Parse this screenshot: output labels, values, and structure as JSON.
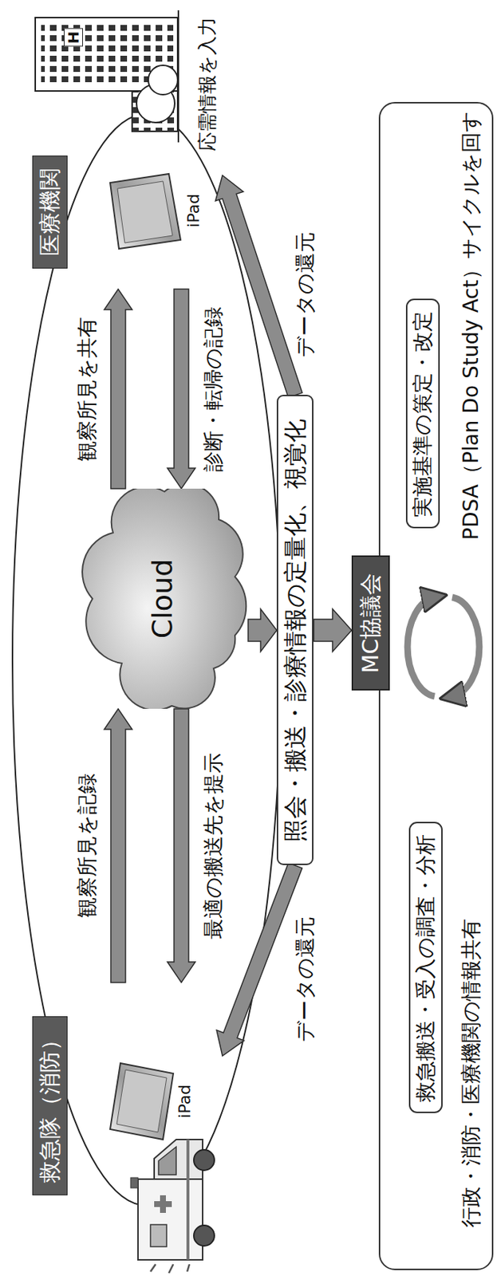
{
  "diagram": {
    "nodes": [
      {
        "text": [
          "救急隊（消防）"
        ]
      },
      {
        "text": [
          "医療機関"
        ]
      },
      {
        "text": [
          "Cloud"
        ]
      },
      {
        "text": [
          "照会・搬送・診療情報の定量化、視覚化"
        ]
      },
      {
        "text": [
          "MC協議会"
        ]
      },
      {
        "text": [
          "行政・消防・医療機関の情報共有",
          "PDSA（Plan Do Study Act）サイクルを回す"
        ]
      },
      {
        "text": [
          "救急搬送・受入の調査・分析"
        ],
        "in": 5
      },
      {
        "text": [
          "実施基準の策定・改定"
        ],
        "in": 5
      }
    ],
    "edges": [
      {
        "from": 0,
        "to": 2,
        "label": "観察所見を記録",
        "arrow": "to"
      },
      {
        "from": 2,
        "to": 0,
        "label": "最適の搬送先を提示",
        "arrow": "to"
      },
      {
        "from": 2,
        "to": 1,
        "label": "観察所見を共有",
        "arrow": "to"
      },
      {
        "from": 1,
        "to": 2,
        "label": "診断・転帰の記録",
        "arrow": "to"
      },
      {
        "from": 2,
        "to": 3,
        "arrow": "to"
      },
      {
        "from": 3,
        "to": 4,
        "arrow": "to"
      },
      {
        "from": 3,
        "to": 0,
        "label": "データの還元",
        "arrow": "to"
      },
      {
        "from": 3,
        "to": 1,
        "label": "データの還元",
        "arrow": "to"
      }
    ],
    "labels": [
      "iPad",
      "iPad",
      "H",
      "応需情報を入力"
    ]
  }
}
